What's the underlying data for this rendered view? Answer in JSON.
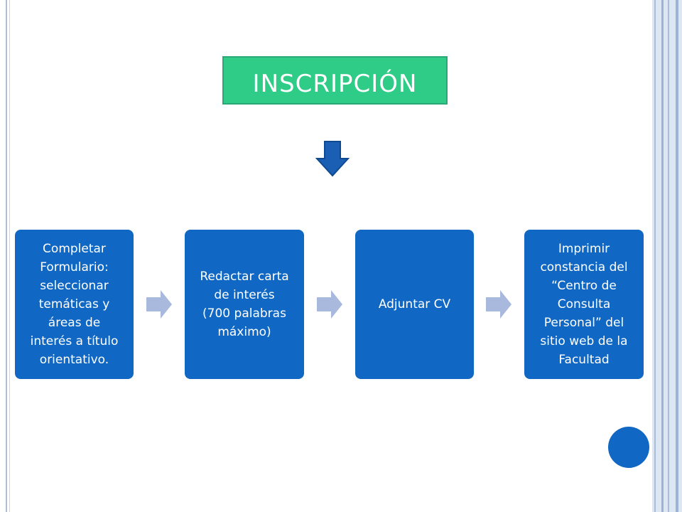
{
  "title": "INSCRIPCIÓN",
  "steps": [
    {
      "label": "Completar\nFormulario:\nseleccionar\ntemáticas y\náreas de\ninterés a título\norientativo."
    },
    {
      "label": "Redactar carta\nde interés\n(700 palabras\nmáximo)"
    },
    {
      "label": "Adjuntar CV"
    },
    {
      "label": "Imprimir\nconstancia del\n“Centro de\nConsulta\nPersonal” del\nsitio web de la\nFacultad"
    }
  ],
  "icons": {
    "down_arrow": "down-arrow-icon",
    "step_connector": "chevron-right-icon",
    "decoration": "circle-icon"
  },
  "colors": {
    "title_fill": "#2ecc86",
    "title_border": "#2aa878",
    "step_fill": "#1068c4",
    "connector": "#a9b9dd",
    "down_arrow": "#1a5fb4",
    "frame": "#aebfd6"
  }
}
